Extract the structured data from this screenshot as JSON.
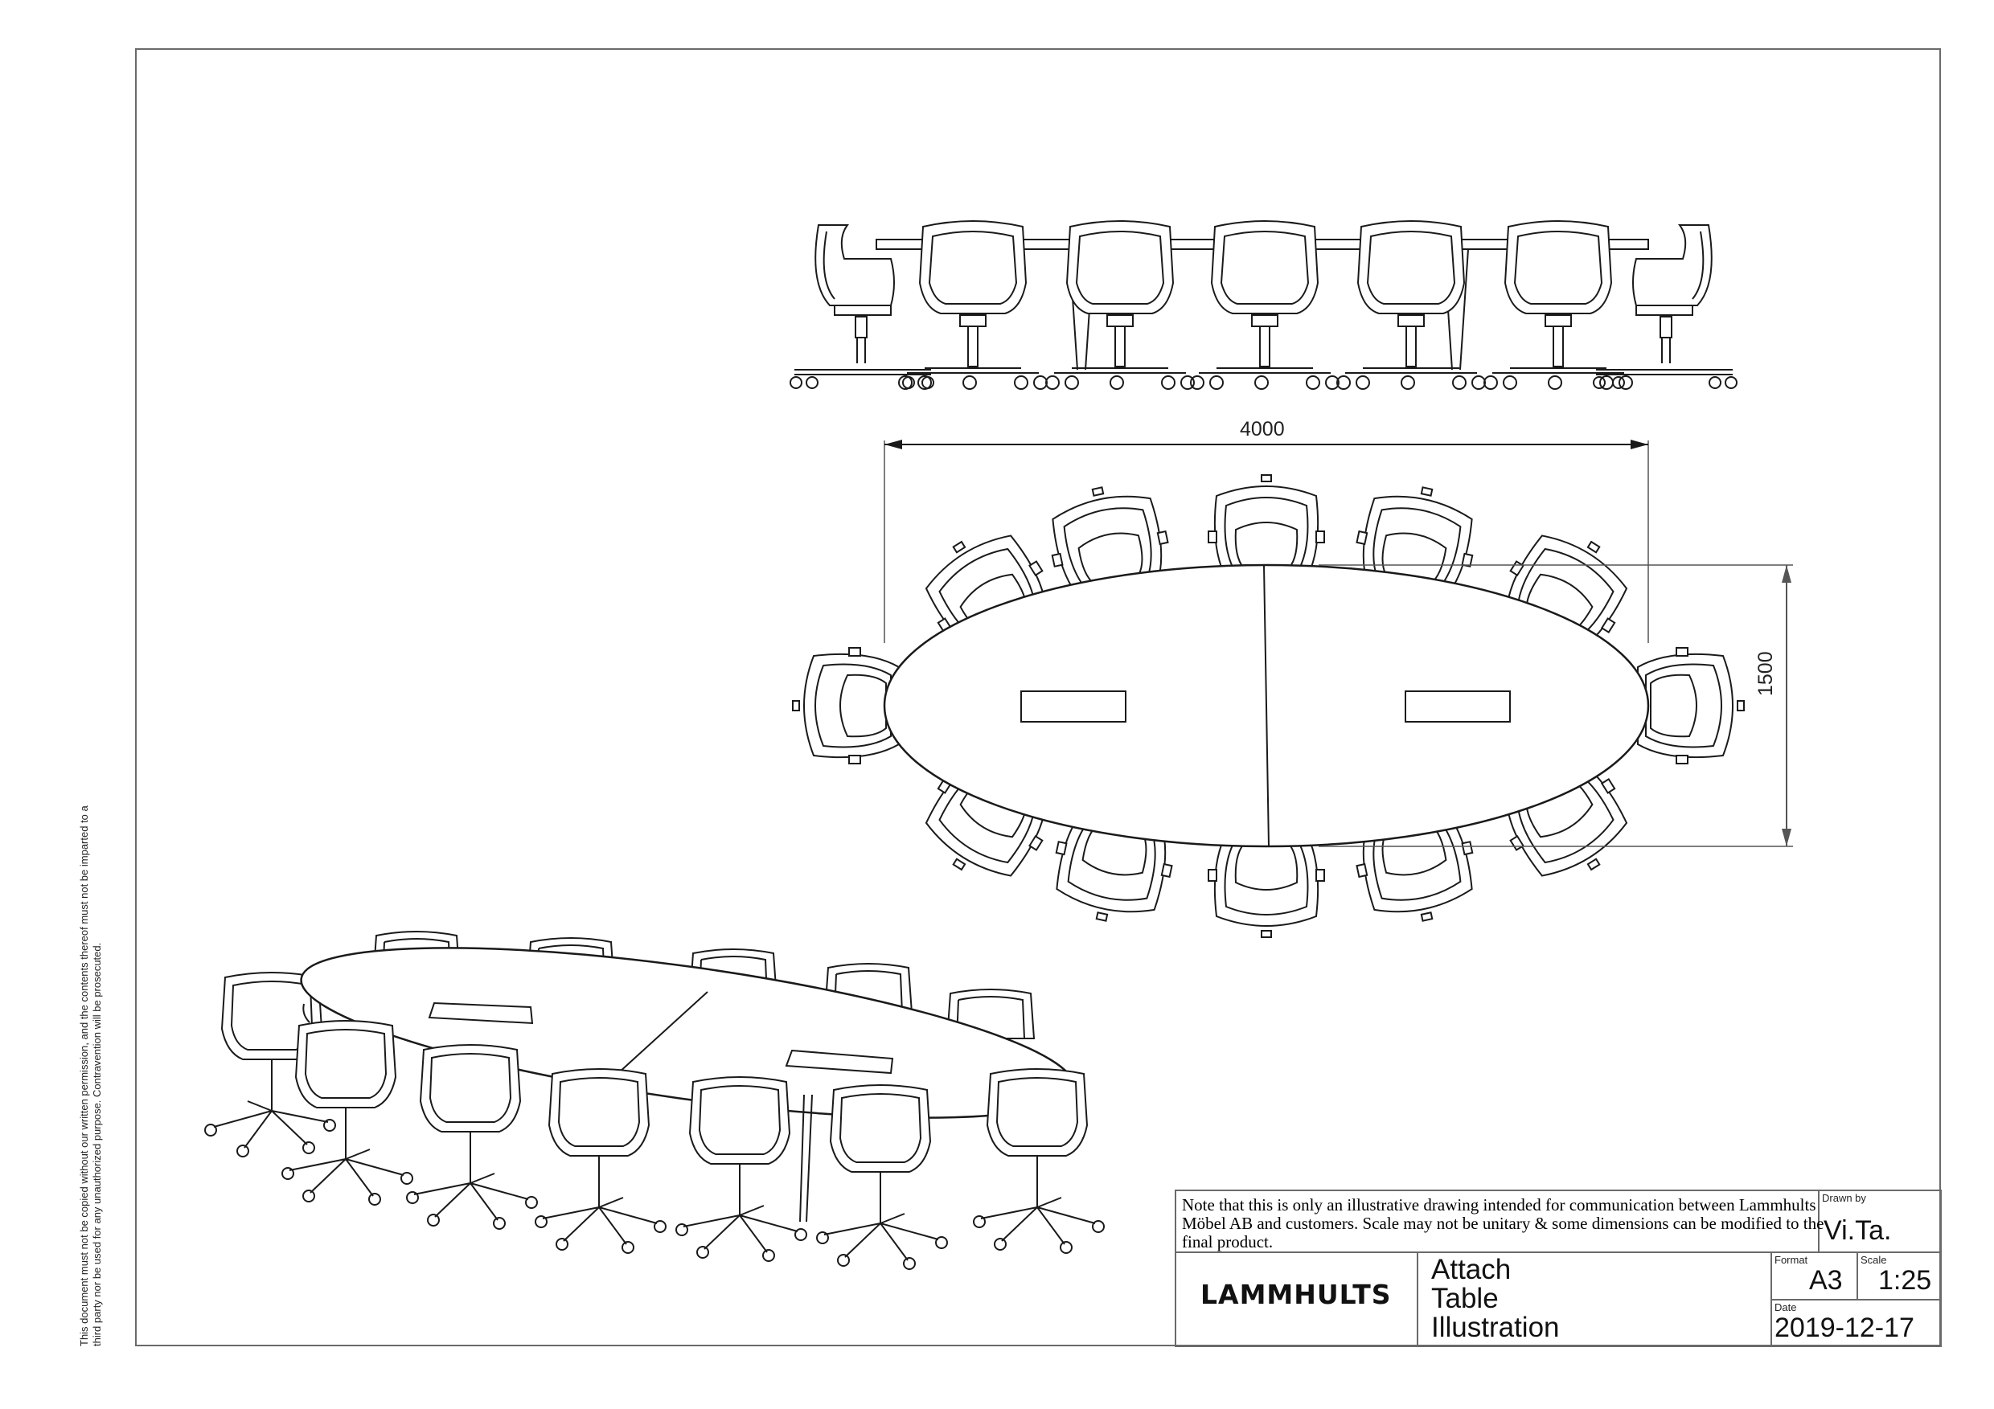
{
  "side_note": "This document must not be copied without our written permission, and the contents thereof must not be imparted to a third party nor be used for any unauthorized purpose. Contravention will be prosecuted.",
  "dimensions": {
    "length": "4000",
    "width": "1500"
  },
  "title_block": {
    "note": "Note that this is only an illustrative drawing intended for communication between Lammhults Möbel AB and customers. Scale may not be unitary & some dimensions can be modified to the final product.",
    "drawn_by_label": "Drawn by",
    "drawn_by": "Vi.Ta.",
    "format_label": "Format",
    "format": "A3",
    "scale_label": "Scale",
    "scale": "1:25",
    "date_label": "Date",
    "date": "2019-12-17",
    "logo": "LAMMHULTS",
    "title_lines": [
      "Attach",
      "Table",
      "Illustration"
    ]
  },
  "colors": {
    "line": "#1a1a1a",
    "frame": "#6a6a6a"
  }
}
